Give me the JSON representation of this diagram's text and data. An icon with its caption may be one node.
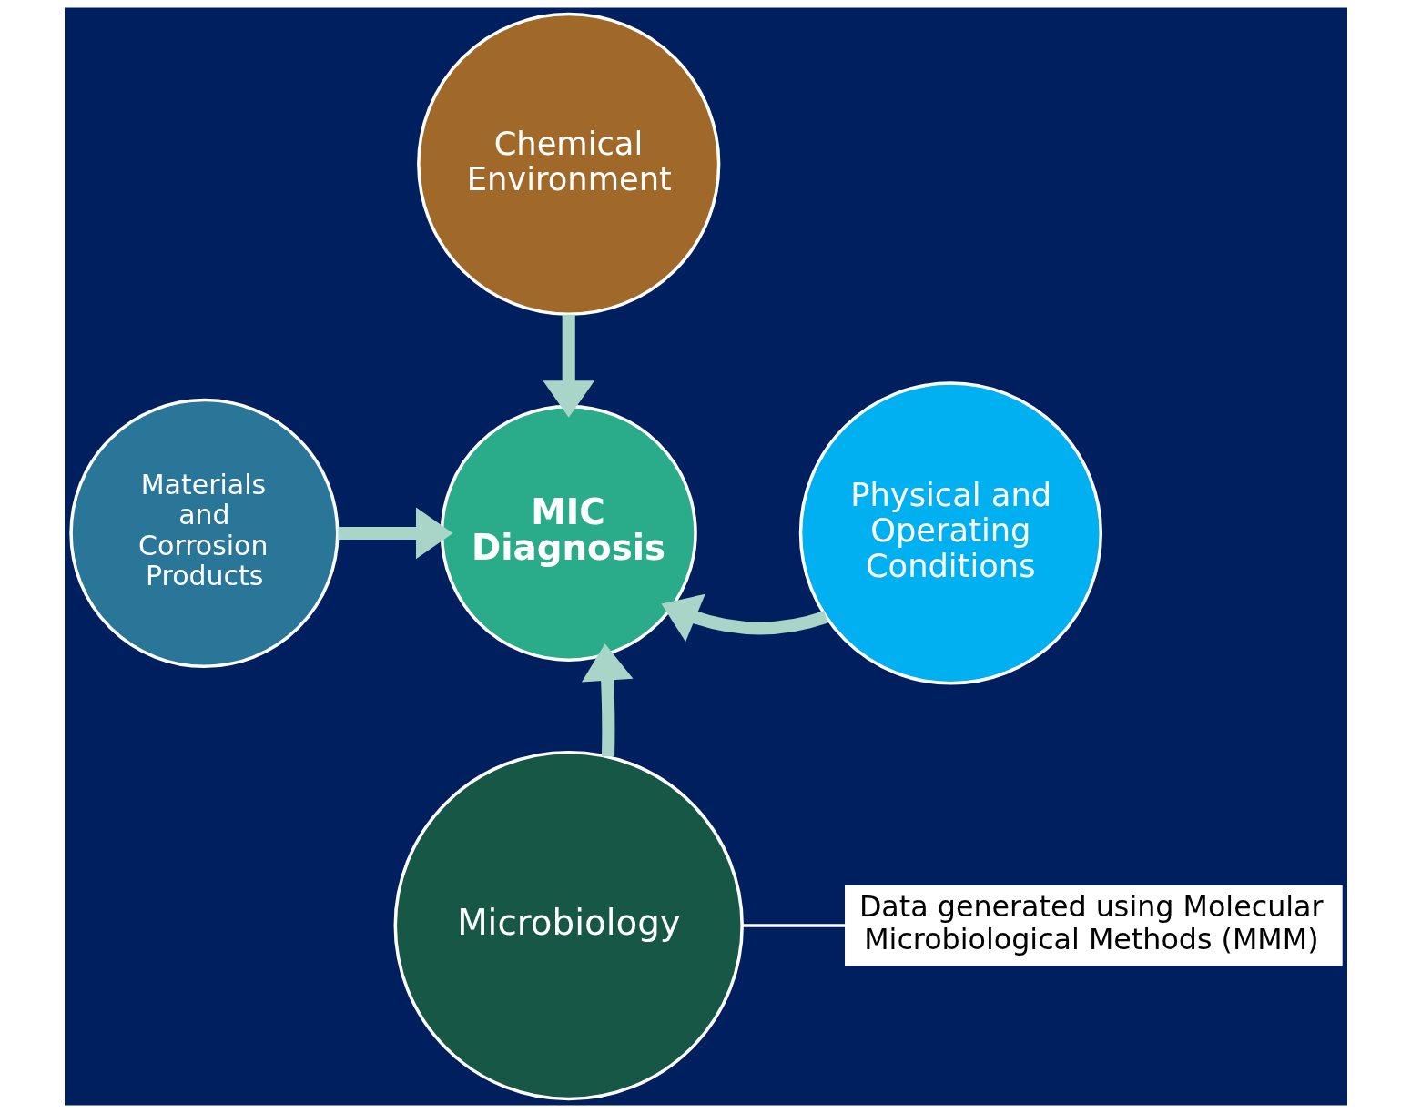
{
  "diagram": {
    "nodes": [
      {
        "text": [
          "Chemical Environment"
        ]
      },
      {
        "text": [
          "Materials and Corrosion Products"
        ]
      },
      {
        "text": [
          "MIC Diagnosis"
        ]
      },
      {
        "text": [
          "Physical and Operating Conditions"
        ]
      },
      {
        "text": [
          "Microbiology"
        ]
      },
      {
        "text": [
          "Data generated using Molecular Microbiological Methods (MMM)"
        ]
      }
    ],
    "edges": [
      {
        "from": 0,
        "to": 2,
        "arrow": "to"
      },
      {
        "from": 1,
        "to": 2,
        "arrow": "to"
      },
      {
        "from": 3,
        "to": 2,
        "arrow": "to"
      },
      {
        "from": 4,
        "to": 2,
        "arrow": "to"
      },
      {
        "from": 5,
        "to": 4,
        "arrow": "none",
        "color": "#ffffff"
      }
    ]
  }
}
